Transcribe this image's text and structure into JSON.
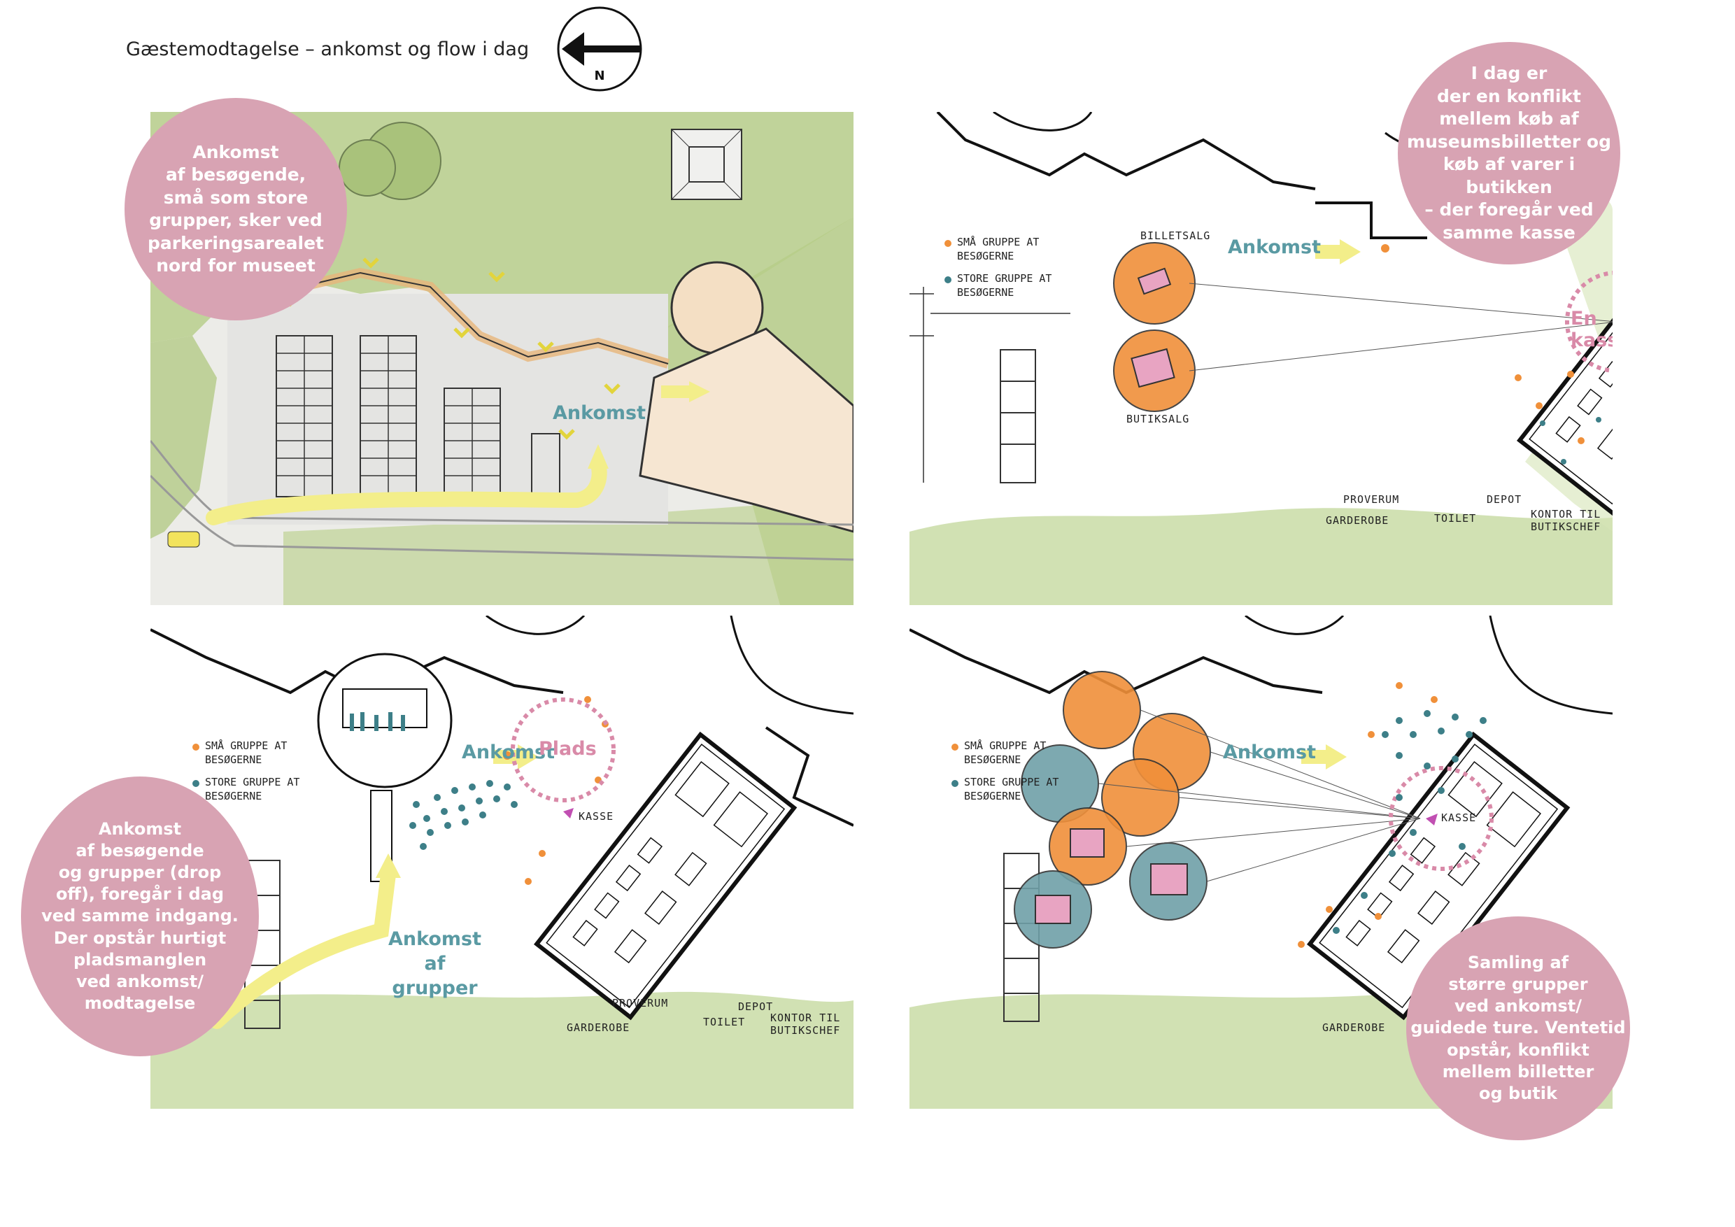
{
  "header": {
    "title": "Gæstemodtagelse – ankomst og flow i dag",
    "north_label": "N"
  },
  "panel1": {
    "bubble": "Ankomst\naf besøgende,\nsmå som store\ngrupper, sker ved\nparkeringsarealet\nnord for museet",
    "arrival_label": "Ankomst"
  },
  "panel2": {
    "bubble": "I dag er\nder en konflikt\nmellem køb af\nmuseumsbilletter og\nkøb af varer i butikken\n– der foregår ved\nsamme kasse",
    "arrival_label": "Ankomst",
    "register_label": "En kasse",
    "ticket_sales": "BILLETSALG",
    "shop_sales": "BUTIKSALG",
    "legend_small": "SMÅ GRUPPE AT\nBESØGERNE",
    "legend_large": "STORE GRUPPE AT\nBESØGERNE",
    "labels": {
      "garderobe": "GARDEROBE",
      "proverum": "PROVERUM",
      "toilet": "TOILET",
      "depot": "DEPOT",
      "kontor": "KONTOR TIL\nBUTIKSCHEF"
    }
  },
  "panel3": {
    "bubble": "Ankomst\naf besøgende\nog grupper (drop\noff), foregår i dag\nved samme indgang.\nDer opstår hurtigt\npladsmanglen\nved ankomst/\nmodtagelse",
    "arrival_label": "Ankomst",
    "group_arrival_label": "Ankomst\naf\ngrupper",
    "space_label": "Plads",
    "register_label": "KASSE",
    "legend_small": "SMÅ GRUPPE AT\nBESØGERNE",
    "legend_large": "STORE GRUPPE AT\nBESØGERNE",
    "labels": {
      "garderobe": "GARDEROBE",
      "proverum": "PROVERUM",
      "toilet": "TOILET",
      "depot": "DEPOT",
      "kontor": "KONTOR TIL\nBUTIKSCHEF"
    }
  },
  "panel4": {
    "bubble": "Samling af\nstørre grupper\nved ankomst/\nguidede ture. Ventetid\nopstår, konflikt\nmellem billetter\nog butik",
    "arrival_label": "Ankomst",
    "register_label": "KASSE",
    "legend_small": "SMÅ GRUPPE AT\nBESØGERNE",
    "legend_large": "STORE GRUPPE AT\nBESØGERNE",
    "labels": {
      "garderobe": "GARDEROBE"
    }
  },
  "colors": {
    "bubble": "#d8a3b3",
    "teal": "#5a9aa3",
    "orange": "#f0903a",
    "green": "#a8c47a",
    "yellow": "#f3ee8a",
    "pink": "#d98aa8"
  }
}
